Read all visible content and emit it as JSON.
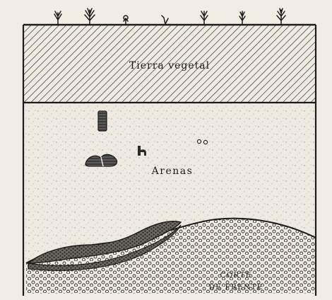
{
  "diagram": {
    "labels": {
      "topsoil": "Tierra vegetal",
      "sands": "Arenas",
      "caption_line1": "CORTE",
      "caption_line2": "DE FRENTE"
    },
    "layers": [
      {
        "name": "topsoil",
        "pattern": "diagonal-hatch"
      },
      {
        "name": "sands",
        "pattern": "stippled"
      },
      {
        "name": "gravel",
        "pattern": "pebbles"
      }
    ],
    "colors": {
      "ink": "#1c1c1c",
      "paper": "#f1ede5"
    }
  }
}
